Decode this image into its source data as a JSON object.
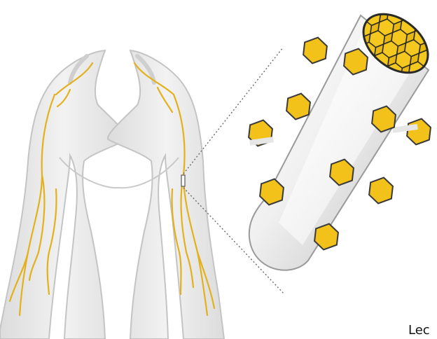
{
  "caption": {
    "text": "Lec"
  },
  "colors": {
    "background": "#ffffff",
    "body_fill": "#ebebeb",
    "body_outline": "#c2c2c2",
    "nerve": "#e3b11c",
    "cylinder_light": "#fafafa",
    "cylinder_mid": "#e2e2e2",
    "cylinder_dark": "#9a9a9a",
    "hexagon_fill": "#f2c21a",
    "hexagon_outline": "#3a3a3a",
    "zoom_lines": "#666666"
  },
  "icons": {
    "torso": "human-torso-illustration",
    "nerves": "nerve-network",
    "zoom": "magnify-callout-lines",
    "fiber": "nerve-fiber-cylinder",
    "nodes": "hexagon-node"
  }
}
